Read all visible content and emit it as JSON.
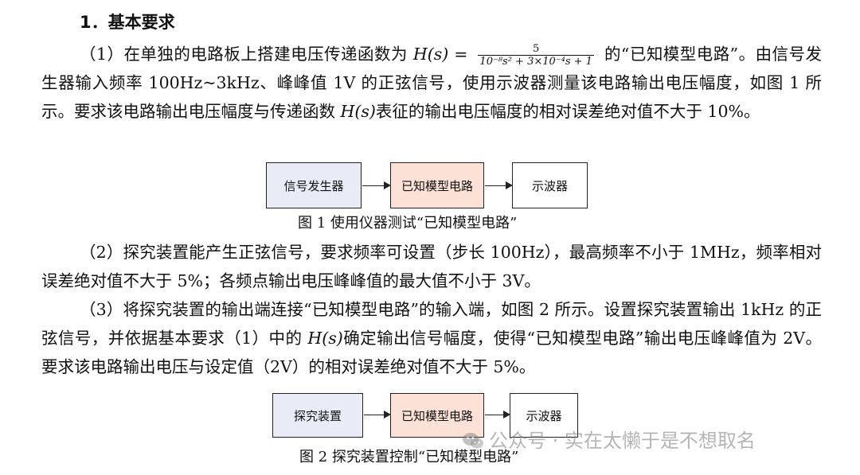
{
  "heading": "1．基本要求",
  "p1": {
    "before": "（1）在单独的电路板上搭建电压传递函数为 ",
    "h_lhs": "H(s) = ",
    "frac_num": "5",
    "frac_den": "10⁻⁸s² + 3×10⁻⁴s + 1",
    "after": " 的“已知模型电路”。由信号发生器输入频率 100Hz~3kHz、峰峰值 1V 的正弦信号，使用示波器测量该电路输出电压幅度，如图 1 所示。要求该电路输出电压幅度与传递函数 ",
    "hs": "H(s)",
    "end": "表征的输出电压幅度的相对误差绝对值不大于 10%。"
  },
  "fig1": {
    "boxes": [
      "信号发生器",
      "已知模型电路",
      "示波器"
    ],
    "caption": "图 1  使用仪器测试“已知模型电路”"
  },
  "p2": "（2）探究装置能产生正弦信号，要求频率可设置（步长 100Hz），最高频率不小于 1MHz，频率相对误差绝对值不大于 5%；各频点输出电压峰峰值的最大值不小于 3V。",
  "p3": {
    "before": "（3）将探究装置的输出端连接“已知模型电路”的输入端，如图 2 所示。设置探究装置输出 1kHz 的正弦信号，并依据基本要求（1）中的 ",
    "hs": "H(s)",
    "after": "确定输出信号幅度，使得“已知模型电路”输出电压峰峰值为 2V。要求该电路输出电压与设定值（2V）的相对误差绝对值不大于 5%。"
  },
  "fig2": {
    "boxes": [
      "探究装置",
      "已知模型电路",
      "示波器"
    ],
    "caption": "图 2  探究装置控制“已知模型电路”"
  },
  "watermark": "公众号 · 实在太懒于是不想取名",
  "colors": {
    "box_blue": "#e9ecf6",
    "box_peach": "#fbe1d6"
  }
}
